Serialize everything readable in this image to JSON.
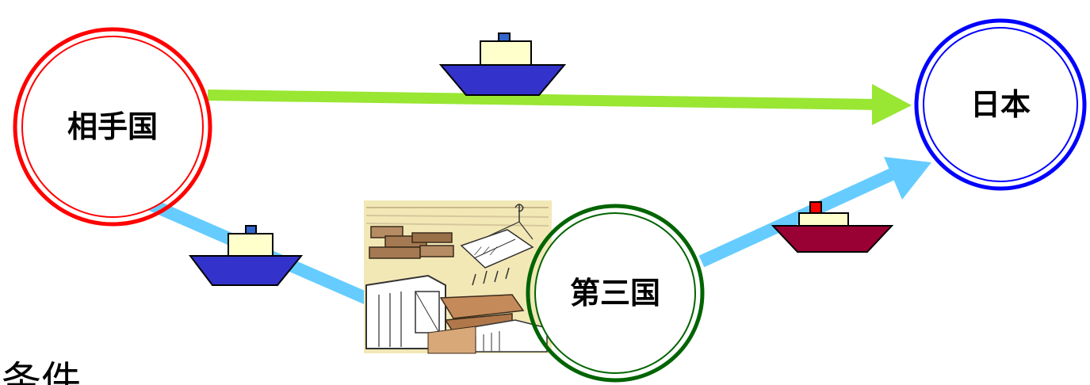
{
  "nodes": {
    "origin": {
      "label": "相手国",
      "color": "#ff0000"
    },
    "destination": {
      "label": "日本",
      "color": "#0000ff"
    },
    "third": {
      "label": "第三国",
      "color": "#006400"
    }
  },
  "routes": {
    "direct": {
      "color": "#99e633"
    },
    "via_third": {
      "color": "#66ccff"
    }
  },
  "ships": {
    "hull_blue": "#3333cc",
    "hull_maroon": "#990033",
    "cabin": "#ffffcc",
    "funnel_blue": "#3366cc",
    "funnel_red": "#ff0000"
  },
  "illustration": {
    "icon": "cargo-crates-illustration",
    "background": "#f2e8b6"
  },
  "footer": {
    "text": "条件"
  }
}
